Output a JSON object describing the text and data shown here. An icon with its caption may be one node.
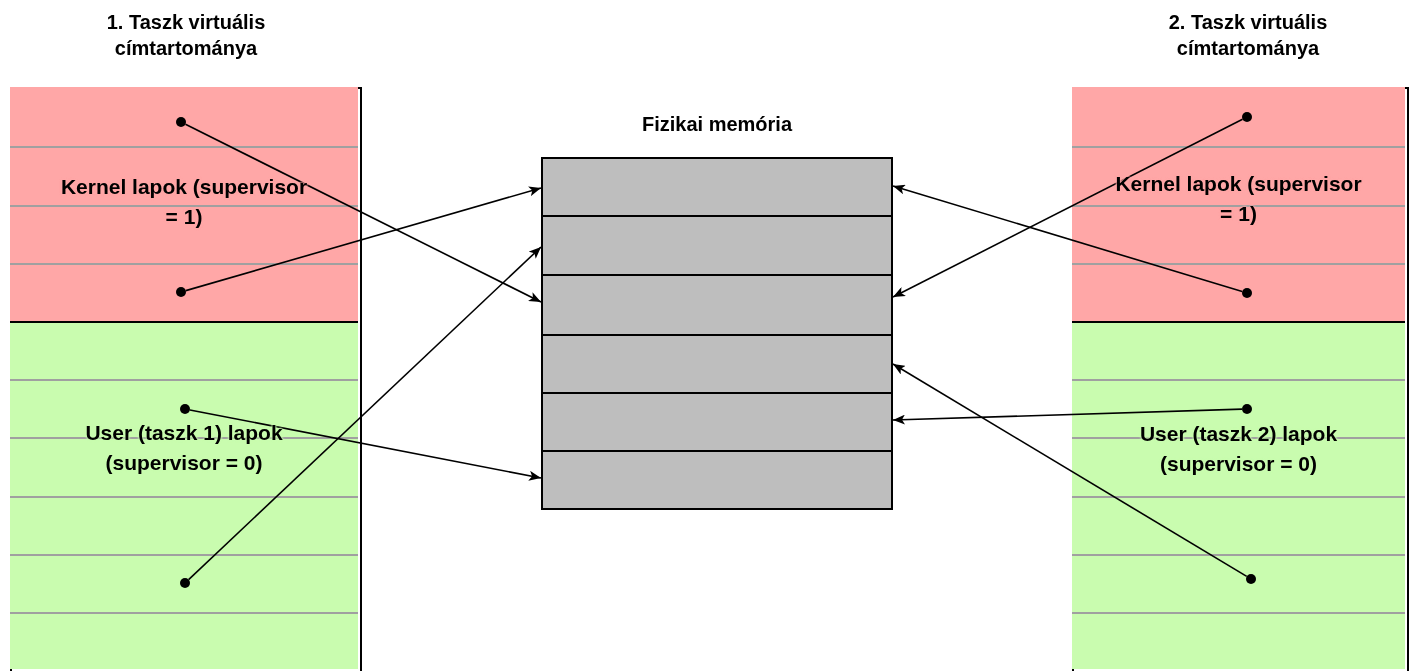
{
  "diagram": {
    "nodes": [
      {
        "text": [
          "1. Taszk virtuális címtartománya"
        ]
      },
      {
        "text": [
          "Kernel lapok (supervisor = 1)"
        ],
        "in": 0
      },
      {
        "text": [],
        "shape": "circle",
        "in": 1
      },
      {
        "text": [],
        "shape": "circle",
        "in": 1
      },
      {
        "text": [
          "User (taszk 1) lapok (supervisor = 0)"
        ],
        "in": 0
      },
      {
        "text": [],
        "shape": "circle",
        "in": 4
      },
      {
        "text": [],
        "shape": "circle",
        "in": 4
      },
      {
        "text": [
          "Fizikai memória"
        ]
      },
      {
        "text": [],
        "shape": "box",
        "in": 7
      },
      {
        "text": [],
        "shape": "box",
        "in": 7
      },
      {
        "text": [],
        "shape": "box",
        "in": 7
      },
      {
        "text": [],
        "shape": "box",
        "in": 7
      },
      {
        "text": [],
        "shape": "box",
        "in": 7
      },
      {
        "text": [],
        "shape": "box",
        "in": 7
      },
      {
        "text": [
          "2. Taszk virtuális címtartománya"
        ]
      },
      {
        "text": [
          "Kernel lapok (supervisor = 1)"
        ],
        "in": 14
      },
      {
        "text": [],
        "shape": "circle",
        "in": 15
      },
      {
        "text": [],
        "shape": "circle",
        "in": 15
      },
      {
        "text": [
          "User (taszk 2) lapok (supervisor = 0)"
        ],
        "in": 14
      },
      {
        "text": [],
        "shape": "circle",
        "in": 18
      },
      {
        "text": [],
        "shape": "circle",
        "in": 18
      }
    ],
    "edges": [
      {
        "from": 2,
        "to": 10,
        "arrow": "to"
      },
      {
        "from": 3,
        "to": 8,
        "arrow": "to"
      },
      {
        "from": 5,
        "to": 13,
        "arrow": "to"
      },
      {
        "from": 6,
        "to": 9,
        "arrow": "to"
      },
      {
        "from": 16,
        "to": 10,
        "arrow": "to"
      },
      {
        "from": 17,
        "to": 8,
        "arrow": "to"
      },
      {
        "from": 19,
        "to": 12,
        "arrow": "to"
      },
      {
        "from": 20,
        "to": 11,
        "arrow": "to"
      }
    ]
  }
}
